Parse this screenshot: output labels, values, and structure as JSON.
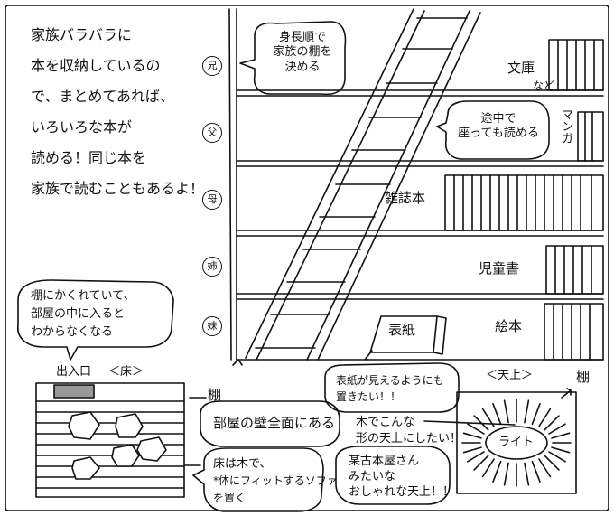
{
  "intro": {
    "line1": "家族バラバラに",
    "line2": "本を収納しているの",
    "line3": "で、まとめてあれば、",
    "line4": "いろいろな本が",
    "line5": "読める！同じ本を",
    "line6": "家族で読むこともあるよ！"
  },
  "family": [
    "兄",
    "父",
    "母",
    "姉",
    "妹"
  ],
  "notes": {
    "height_order": "身長順で家族の棚を決める",
    "height_order_l1": "身長順で",
    "height_order_l2": "家族の棚を",
    "height_order_l3": "決める",
    "sit_read_l1": "途中で",
    "sit_read_l2": "座っても読める",
    "hidden_l1": "棚にかくれていて、",
    "hidden_l2": "部屋の中に入ると",
    "hidden_l3": "わからなくなる",
    "cover_l1": "表紙が見えるようにも",
    "cover_l2": "置きたい！！",
    "wall_all": "部屋の壁全面にある",
    "ceiling_l1": "木でこんな",
    "ceiling_l2": "形の天上にしたい！",
    "oldbook_l1": "某古本屋さん",
    "oldbook_l2": "みたいな",
    "oldbook_l3": "おしゃれな天上！！",
    "floor_l1": "床は木で、",
    "floor_l2": "*体にフィットするソファ",
    "floor_l3": "を置く"
  },
  "labels": {
    "bunko": "文庫",
    "nado": "など",
    "manga": "マンガ",
    "zasshi": "雑誌本",
    "jidou": "児童書",
    "ehon": "絵本",
    "hyoushi": "表紙",
    "entrance": "出入口",
    "floor": "＜床＞",
    "ceiling": "＜天上＞",
    "tana": "棚",
    "tana2": "棚",
    "light": "ライト"
  }
}
